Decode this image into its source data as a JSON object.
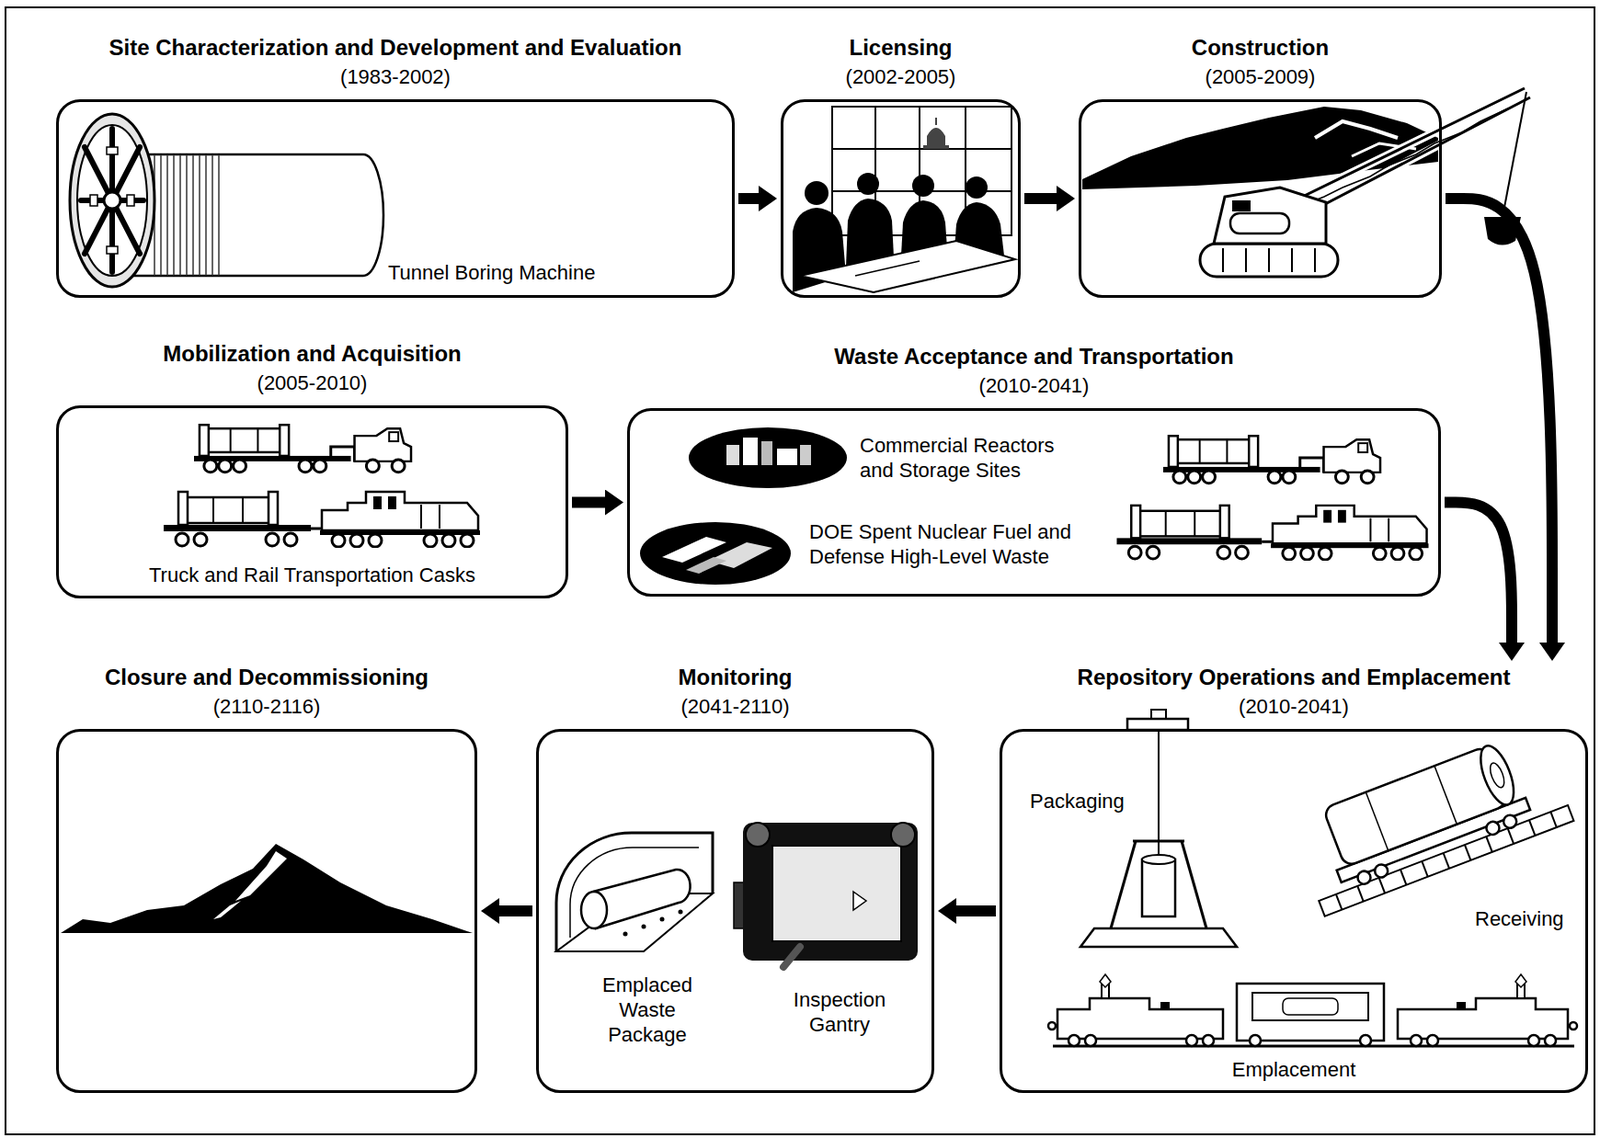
{
  "diagram": {
    "nodes": [
      {
        "text": [
          "Site Characterization and Development and Evaluation",
          "(1983-2002)",
          "Tunnel Boring Machine"
        ]
      },
      {
        "text": [
          "Licensing",
          "(2002-2005)"
        ]
      },
      {
        "text": [
          "Construction",
          "(2005-2009)"
        ]
      },
      {
        "text": [
          "Mobilization and Acquisition",
          "(2005-2010)",
          "Truck and Rail Transportation Casks"
        ]
      },
      {
        "text": [
          "Waste Acceptance and Transportation",
          "(2010-2041)",
          "Commercial Reactors and Storage Sites",
          "DOE Spent Nuclear Fuel and Defense High-Level Waste"
        ]
      },
      {
        "text": [
          "Repository Operations and Emplacement",
          "(2010-2041)",
          "Packaging",
          "Receiving",
          "Emplacement"
        ]
      },
      {
        "text": [
          "Monitoring",
          "(2041-2110)",
          "Emplaced Waste Package",
          "Inspection Gantry"
        ]
      },
      {
        "text": [
          "Closure and Decommissioning",
          "(2110-2116)"
        ]
      }
    ],
    "edges": [
      {
        "from": 0,
        "to": 1,
        "arrow": "to"
      },
      {
        "from": 1,
        "to": 2,
        "arrow": "to"
      },
      {
        "from": 2,
        "to": 5,
        "arrow": "to"
      },
      {
        "from": 3,
        "to": 4,
        "arrow": "to"
      },
      {
        "from": 4,
        "to": 5,
        "arrow": "to"
      },
      {
        "from": 5,
        "to": 6,
        "arrow": "to"
      },
      {
        "from": 6,
        "to": 7,
        "arrow": "to"
      }
    ]
  }
}
